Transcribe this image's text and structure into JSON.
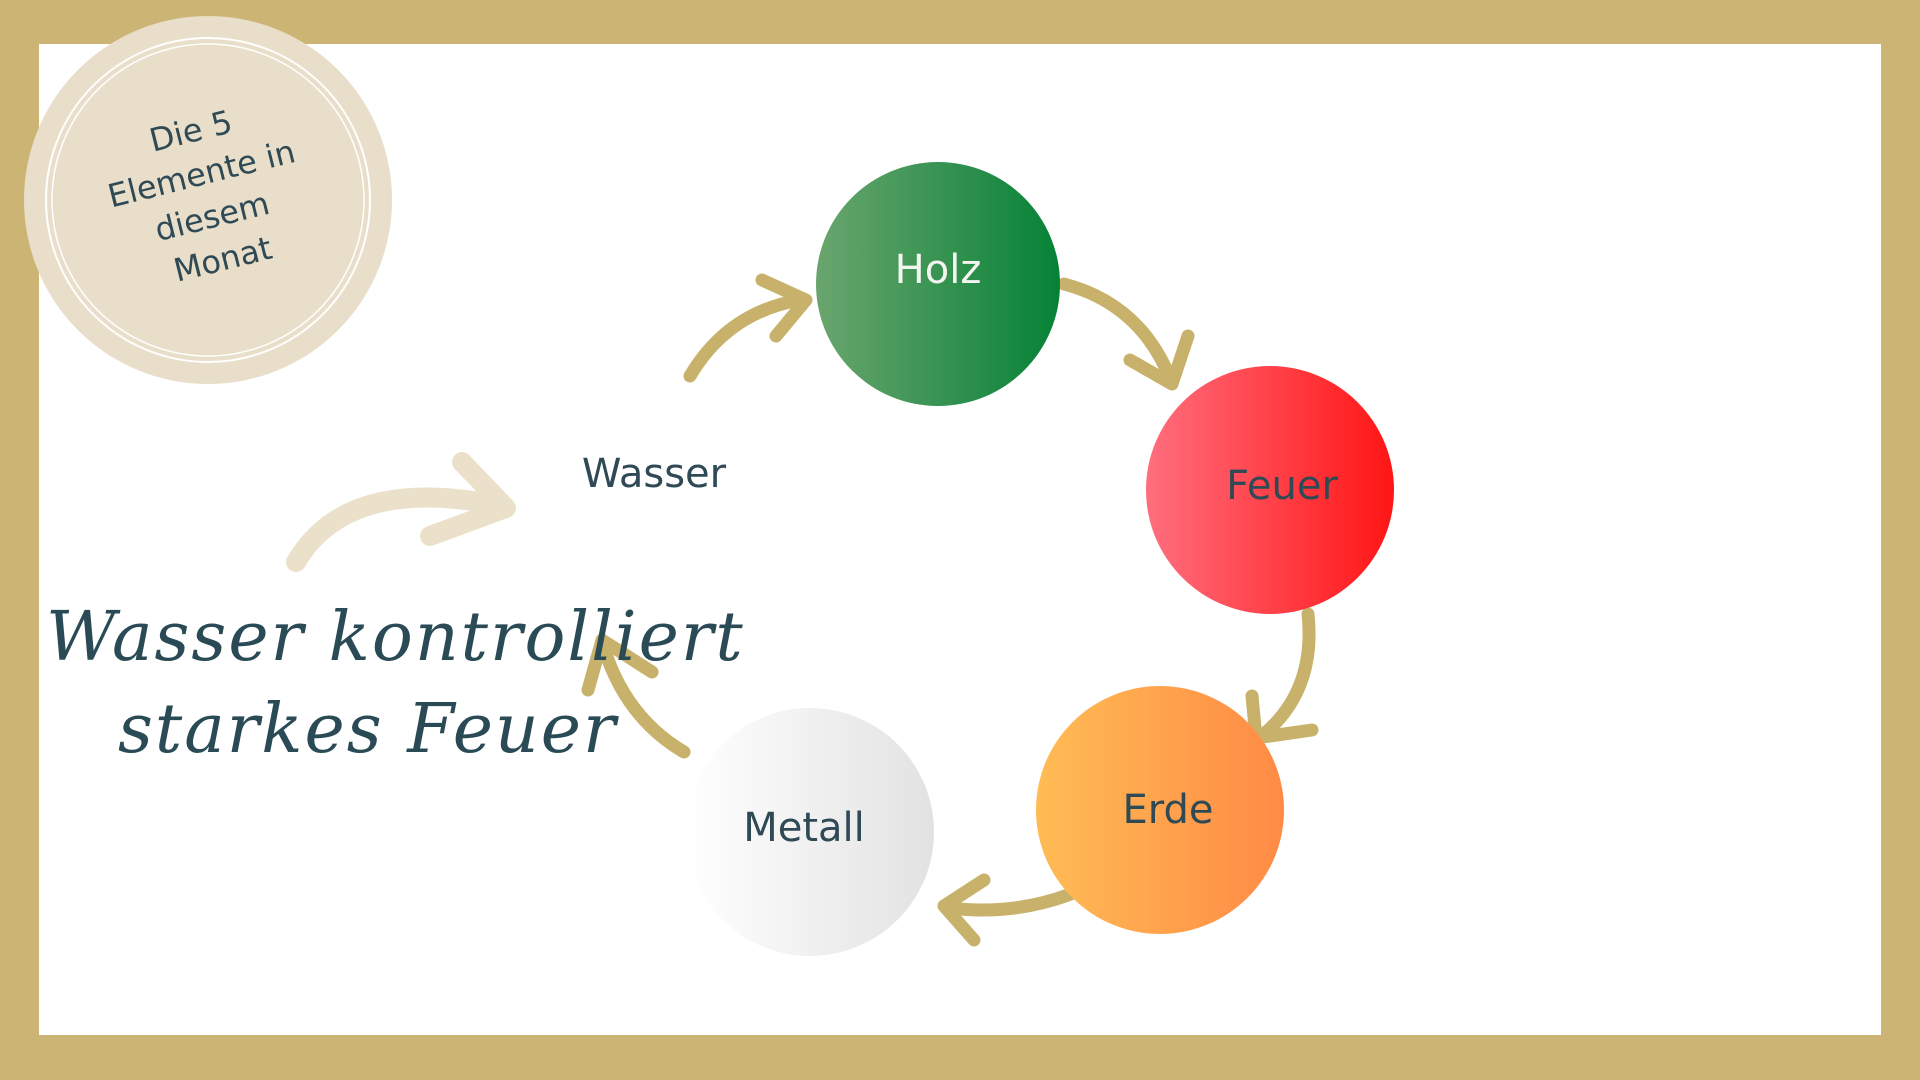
{
  "badge": {
    "lines": [
      "Die 5",
      "Elemente in",
      "diesem",
      "Monat"
    ]
  },
  "elements": {
    "holz": "Holz",
    "feuer": "Feuer",
    "erde": "Erde",
    "metall": "Metall",
    "wasser": "Wasser"
  },
  "note": {
    "lines": [
      "Wasser kontrolliert",
      "starkes Feuer"
    ]
  },
  "colors": {
    "frame": "#ccb574",
    "arrow": "#c8b26b",
    "arrow_light": "#ebe0c9",
    "badge": "#e8dec9",
    "text": "#2f4a55"
  }
}
